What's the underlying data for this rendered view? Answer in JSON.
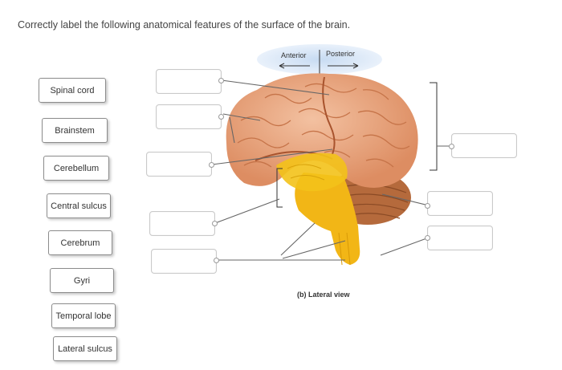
{
  "instruction": "Correctly label the following anatomical features of the surface of the brain.",
  "orientation": {
    "anterior": "Anterior",
    "posterior": "Posterior"
  },
  "labels": [
    "Spinal cord",
    "Brainstem",
    "Cerebellum",
    "Central sulcus",
    "Cerebrum",
    "Gyri",
    "Temporal lobe",
    "Lateral sulcus"
  ],
  "caption": "(b) Lateral view",
  "colors": {
    "cerebrum": "#e8a27a",
    "brainstem": "#f2b616",
    "cerebellum": "#b56a3c",
    "halo": "#cfe0f3"
  }
}
